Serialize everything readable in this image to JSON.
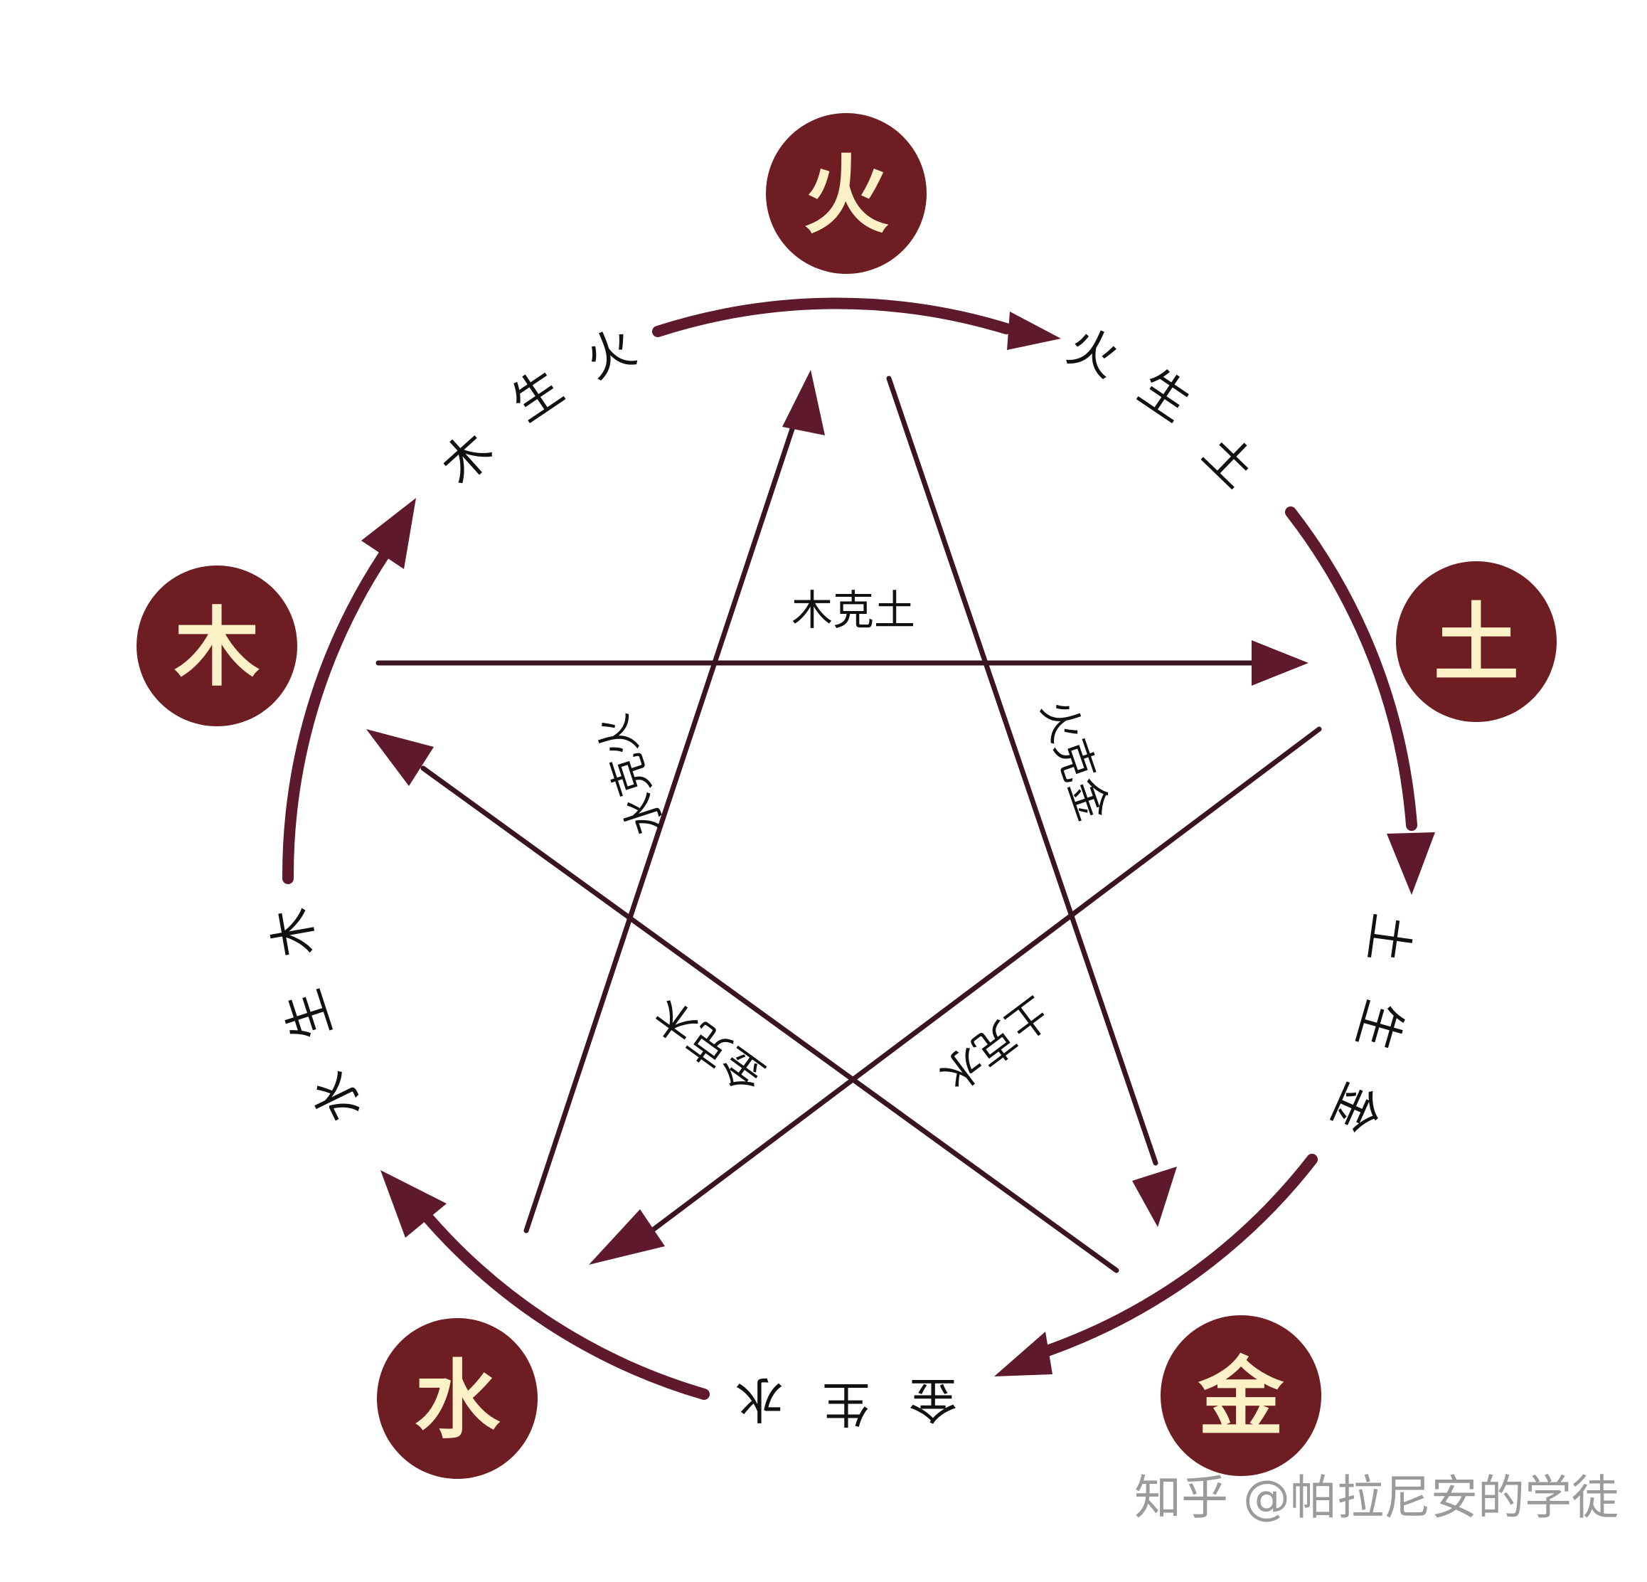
{
  "nodes": {
    "fire": "火",
    "earth": "土",
    "metal": "金",
    "water": "水",
    "wood": "木"
  },
  "generating_cycle": {
    "wood_fire": [
      "木",
      "生",
      "火"
    ],
    "fire_earth": [
      "火",
      "生",
      "土"
    ],
    "earth_metal": [
      "土",
      "生",
      "金"
    ],
    "metal_water": [
      "金",
      "生",
      "水"
    ],
    "water_wood": [
      "水",
      "生",
      "木"
    ]
  },
  "controlling_cycle": {
    "wood_earth": "木克土",
    "fire_metal": "火克金",
    "earth_water": "土克水",
    "metal_wood": "金克木",
    "water_fire": "水克火"
  },
  "watermark": "知乎 @帕拉尼安的学徒",
  "colors": {
    "node_fill": "#6e1e22",
    "node_text": "#fdf1c8",
    "arrow": "#5e1a2c"
  }
}
